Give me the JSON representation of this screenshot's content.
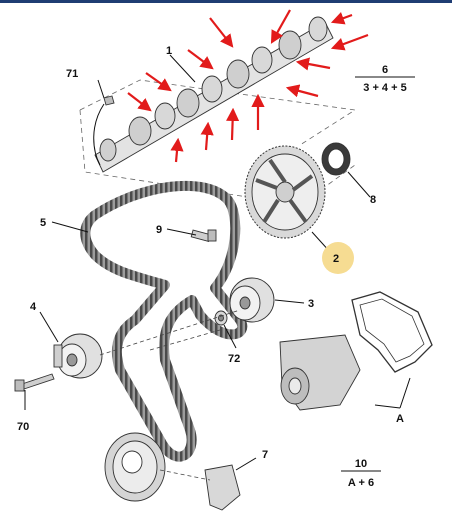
{
  "callouts": {
    "c1": "1",
    "c2": "2",
    "c3": "3",
    "c4": "4",
    "c5": "5",
    "c7": "7",
    "c8": "8",
    "c9": "9",
    "c70": "70",
    "c71": "71",
    "c72": "72",
    "cA": "A"
  },
  "fractions": {
    "f6": {
      "top": "6",
      "bottom": "3 + 4 + 5"
    },
    "f10": {
      "top": "10",
      "bottom": "A + 6"
    }
  },
  "colors": {
    "arrow": "#e21b1b",
    "highlight": "#f6dc92",
    "part_fill": "#e6e6e6",
    "header_bar": "#1f3d73"
  },
  "icons": [
    "red-arrow-icon"
  ]
}
